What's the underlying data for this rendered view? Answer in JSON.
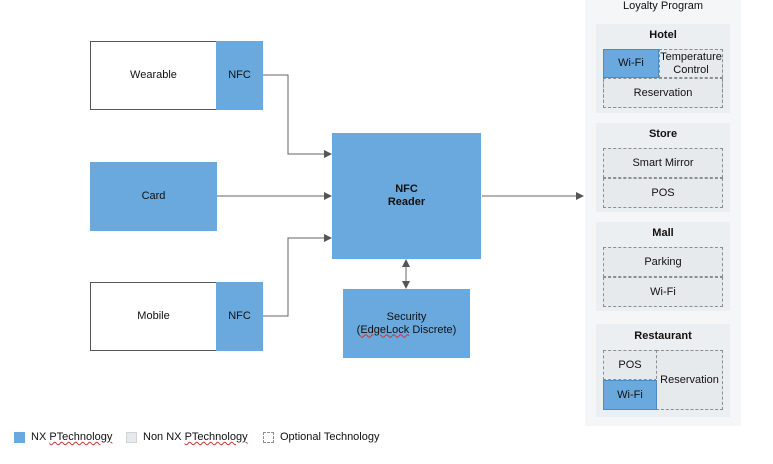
{
  "devices": {
    "wearable": {
      "label": "Wearable",
      "tag": "NFC"
    },
    "card": {
      "label": "Card"
    },
    "mobile": {
      "label": "Mobile",
      "tag": "NFC"
    }
  },
  "reader": {
    "line1": "NFC",
    "line2": "Reader"
  },
  "security": {
    "line1": "Security",
    "line2_pre": "(",
    "line2_wavy": "EdgeLock",
    "line2_post": " Discrete)"
  },
  "loyalty": {
    "title": "Loyalty Program",
    "hotel": {
      "title": "Hotel",
      "wifi": "Wi-Fi",
      "temp_line1": "Temperature",
      "temp_line2": "Control",
      "reservation": "Reservation"
    },
    "store": {
      "title": "Store",
      "mirror": "Smart Mirror",
      "pos": "POS"
    },
    "mall": {
      "title": "Mall",
      "parking": "Parking",
      "wifi": "Wi-Fi"
    },
    "restaurant": {
      "title": "Restaurant",
      "pos": "POS",
      "reservation": "Reservation",
      "wifi": "Wi-Fi"
    }
  },
  "legend": {
    "nx_pre": "NX ",
    "nx_wavy": "PTechnology",
    "non_nx_pre": "Non NX ",
    "non_nx_wavy": "PTechnology",
    "optional": "Optional Technology"
  },
  "colors": {
    "nx_blue": "#6aa9dd",
    "non_nx_grey": "#e7eaed",
    "panel_bg": "#eceff1"
  }
}
